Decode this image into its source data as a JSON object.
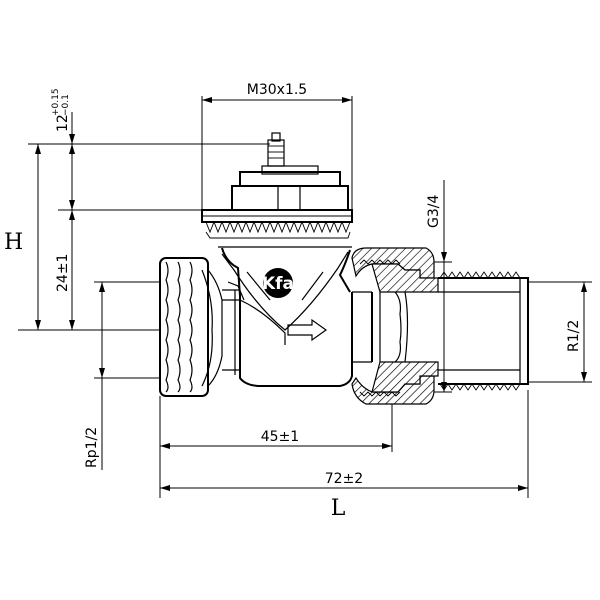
{
  "labels": {
    "thread_top": "M30x1.5",
    "dim_12_base": "12",
    "dim_12_tol_upper": "+0.15",
    "dim_12_tol_lower": "−0.1",
    "dim_H": "H",
    "dim_24": "24±1",
    "dim_rp": "Rp1/2",
    "dim_g34": "G3/4",
    "dim_r12": "R1/2",
    "dim_45": "45±1",
    "dim_72": "72±2",
    "dim_L": "L",
    "logo": "Kfa"
  }
}
